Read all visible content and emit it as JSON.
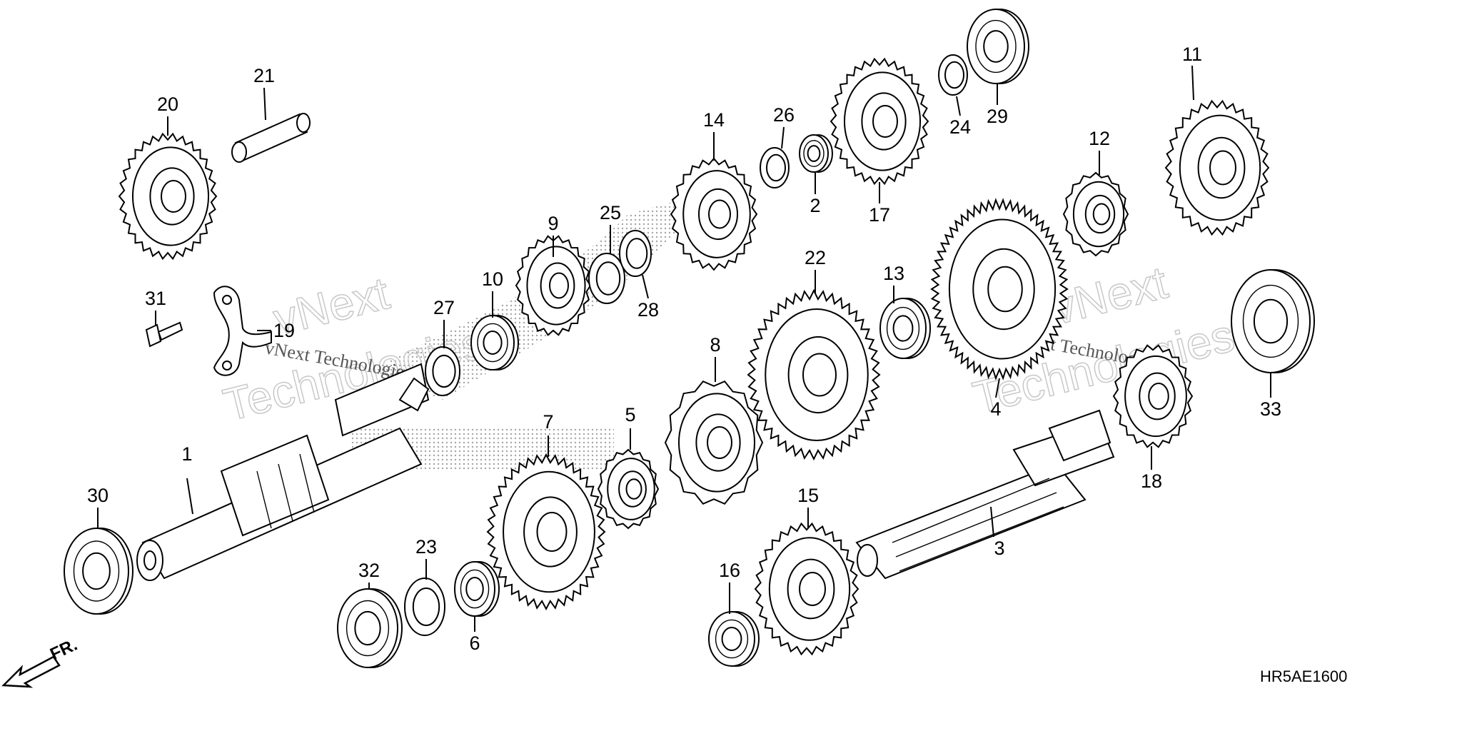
{
  "diagram_code": "HR5AE1600",
  "direction_label": "FR.",
  "watermark": {
    "line1": "vNext",
    "line2": "Technologies",
    "small": "vNext Technologies"
  },
  "callouts": [
    {
      "id": "1",
      "label": "1"
    },
    {
      "id": "2",
      "label": "2"
    },
    {
      "id": "3",
      "label": "3"
    },
    {
      "id": "4",
      "label": "4"
    },
    {
      "id": "5",
      "label": "5"
    },
    {
      "id": "6",
      "label": "6"
    },
    {
      "id": "7",
      "label": "7"
    },
    {
      "id": "8",
      "label": "8"
    },
    {
      "id": "9",
      "label": "9"
    },
    {
      "id": "10",
      "label": "10"
    },
    {
      "id": "11",
      "label": "11"
    },
    {
      "id": "12",
      "label": "12"
    },
    {
      "id": "13",
      "label": "13"
    },
    {
      "id": "14",
      "label": "14"
    },
    {
      "id": "15",
      "label": "15"
    },
    {
      "id": "16",
      "label": "16"
    },
    {
      "id": "17",
      "label": "17"
    },
    {
      "id": "18",
      "label": "18"
    },
    {
      "id": "19",
      "label": "19"
    },
    {
      "id": "20",
      "label": "20"
    },
    {
      "id": "21",
      "label": "21"
    },
    {
      "id": "22",
      "label": "22"
    },
    {
      "id": "23",
      "label": "23"
    },
    {
      "id": "24",
      "label": "24"
    },
    {
      "id": "25",
      "label": "25"
    },
    {
      "id": "26",
      "label": "26"
    },
    {
      "id": "27",
      "label": "27"
    },
    {
      "id": "28",
      "label": "28"
    },
    {
      "id": "29",
      "label": "29"
    },
    {
      "id": "30",
      "label": "30"
    },
    {
      "id": "31",
      "label": "31"
    },
    {
      "id": "32",
      "label": "32"
    },
    {
      "id": "33",
      "label": "33"
    }
  ]
}
